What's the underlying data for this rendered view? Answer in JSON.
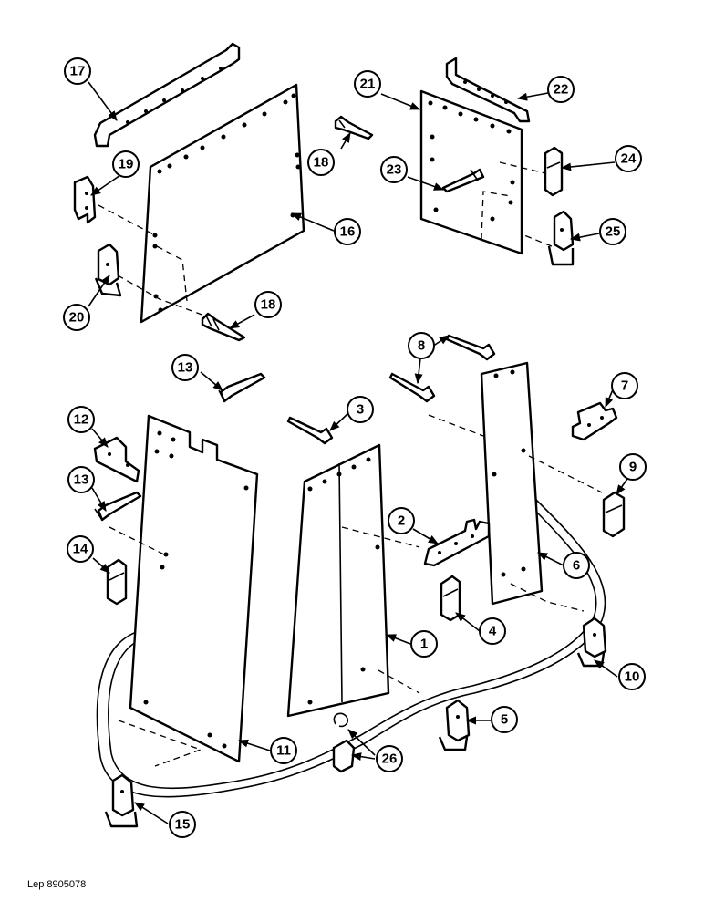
{
  "diagram": {
    "reference_code": "Lep 8905078",
    "callouts": {
      "c1": "1",
      "c2": "2",
      "c3": "3",
      "c4": "4",
      "c5": "5",
      "c6": "6",
      "c7": "7",
      "c8": "8",
      "c9": "9",
      "c10": "10",
      "c11": "11",
      "c12": "12",
      "c13a": "13",
      "c13b": "13",
      "c14": "14",
      "c15": "15",
      "c16": "16",
      "c17": "17",
      "c18a": "18",
      "c18b": "18",
      "c19": "19",
      "c20": "20",
      "c21": "21",
      "c22": "22",
      "c23": "23",
      "c24": "24",
      "c25": "25",
      "c26": "26"
    }
  }
}
